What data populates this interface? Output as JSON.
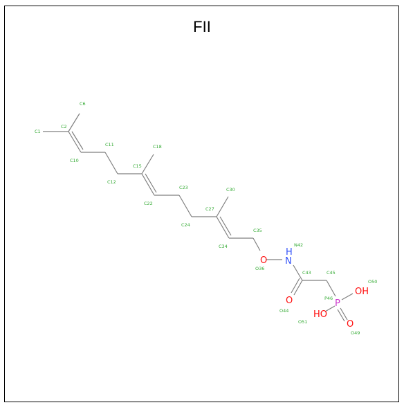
{
  "title": "FII",
  "colors": {
    "bond": "#7f7f7f",
    "label": "#33aa33",
    "oxygen": "#ff0d0d",
    "nitrogen": "#3050f8",
    "phosphorus": "#cc33cc"
  },
  "atoms": [
    {
      "id": "C1",
      "label": "C1"
    },
    {
      "id": "C2",
      "label": "C2"
    },
    {
      "id": "C6",
      "label": "C6"
    },
    {
      "id": "C10",
      "label": "C10"
    },
    {
      "id": "C11",
      "label": "C11"
    },
    {
      "id": "C12",
      "label": "C12"
    },
    {
      "id": "C15",
      "label": "C15"
    },
    {
      "id": "C18",
      "label": "C18"
    },
    {
      "id": "C22",
      "label": "C22"
    },
    {
      "id": "C23",
      "label": "C23"
    },
    {
      "id": "C24",
      "label": "C24"
    },
    {
      "id": "C27",
      "label": "C27"
    },
    {
      "id": "C30",
      "label": "C30"
    },
    {
      "id": "C34",
      "label": "C34"
    },
    {
      "id": "C35",
      "label": "C35"
    },
    {
      "id": "O36",
      "label": "O36"
    },
    {
      "id": "N42",
      "label": "N42"
    },
    {
      "id": "C43",
      "label": "C43"
    },
    {
      "id": "O44",
      "label": "O44"
    },
    {
      "id": "C45",
      "label": "C45"
    },
    {
      "id": "P46",
      "label": "P46"
    },
    {
      "id": "O49",
      "label": "O49"
    },
    {
      "id": "O50",
      "label": "O50"
    },
    {
      "id": "O51",
      "label": "O51"
    }
  ],
  "element_symbols": {
    "O36": "O",
    "N42_N": "N",
    "N42_H": "H",
    "O44": "O",
    "P46": "P",
    "O49": "O",
    "O50": "OH",
    "O51": "HO"
  }
}
